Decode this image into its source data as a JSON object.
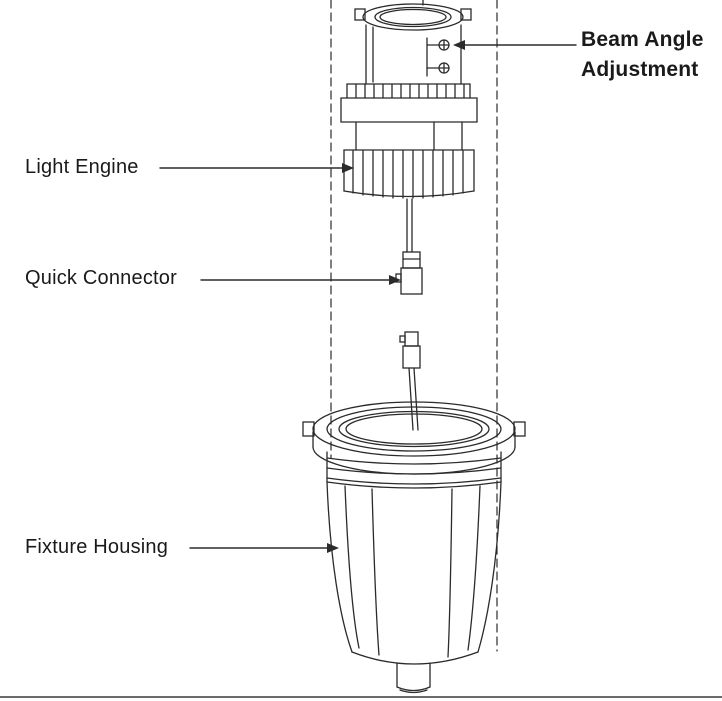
{
  "labels": {
    "light_engine": "Light Engine",
    "quick_connector": "Quick Connector",
    "fixture_housing": "Fixture Housing",
    "beam_angle": {
      "line1": "Beam Angle",
      "line2": "Adjustment"
    }
  },
  "colors": {
    "line": "#2b2b2b",
    "text": "#1a1a1a",
    "background": "#ffffff"
  }
}
